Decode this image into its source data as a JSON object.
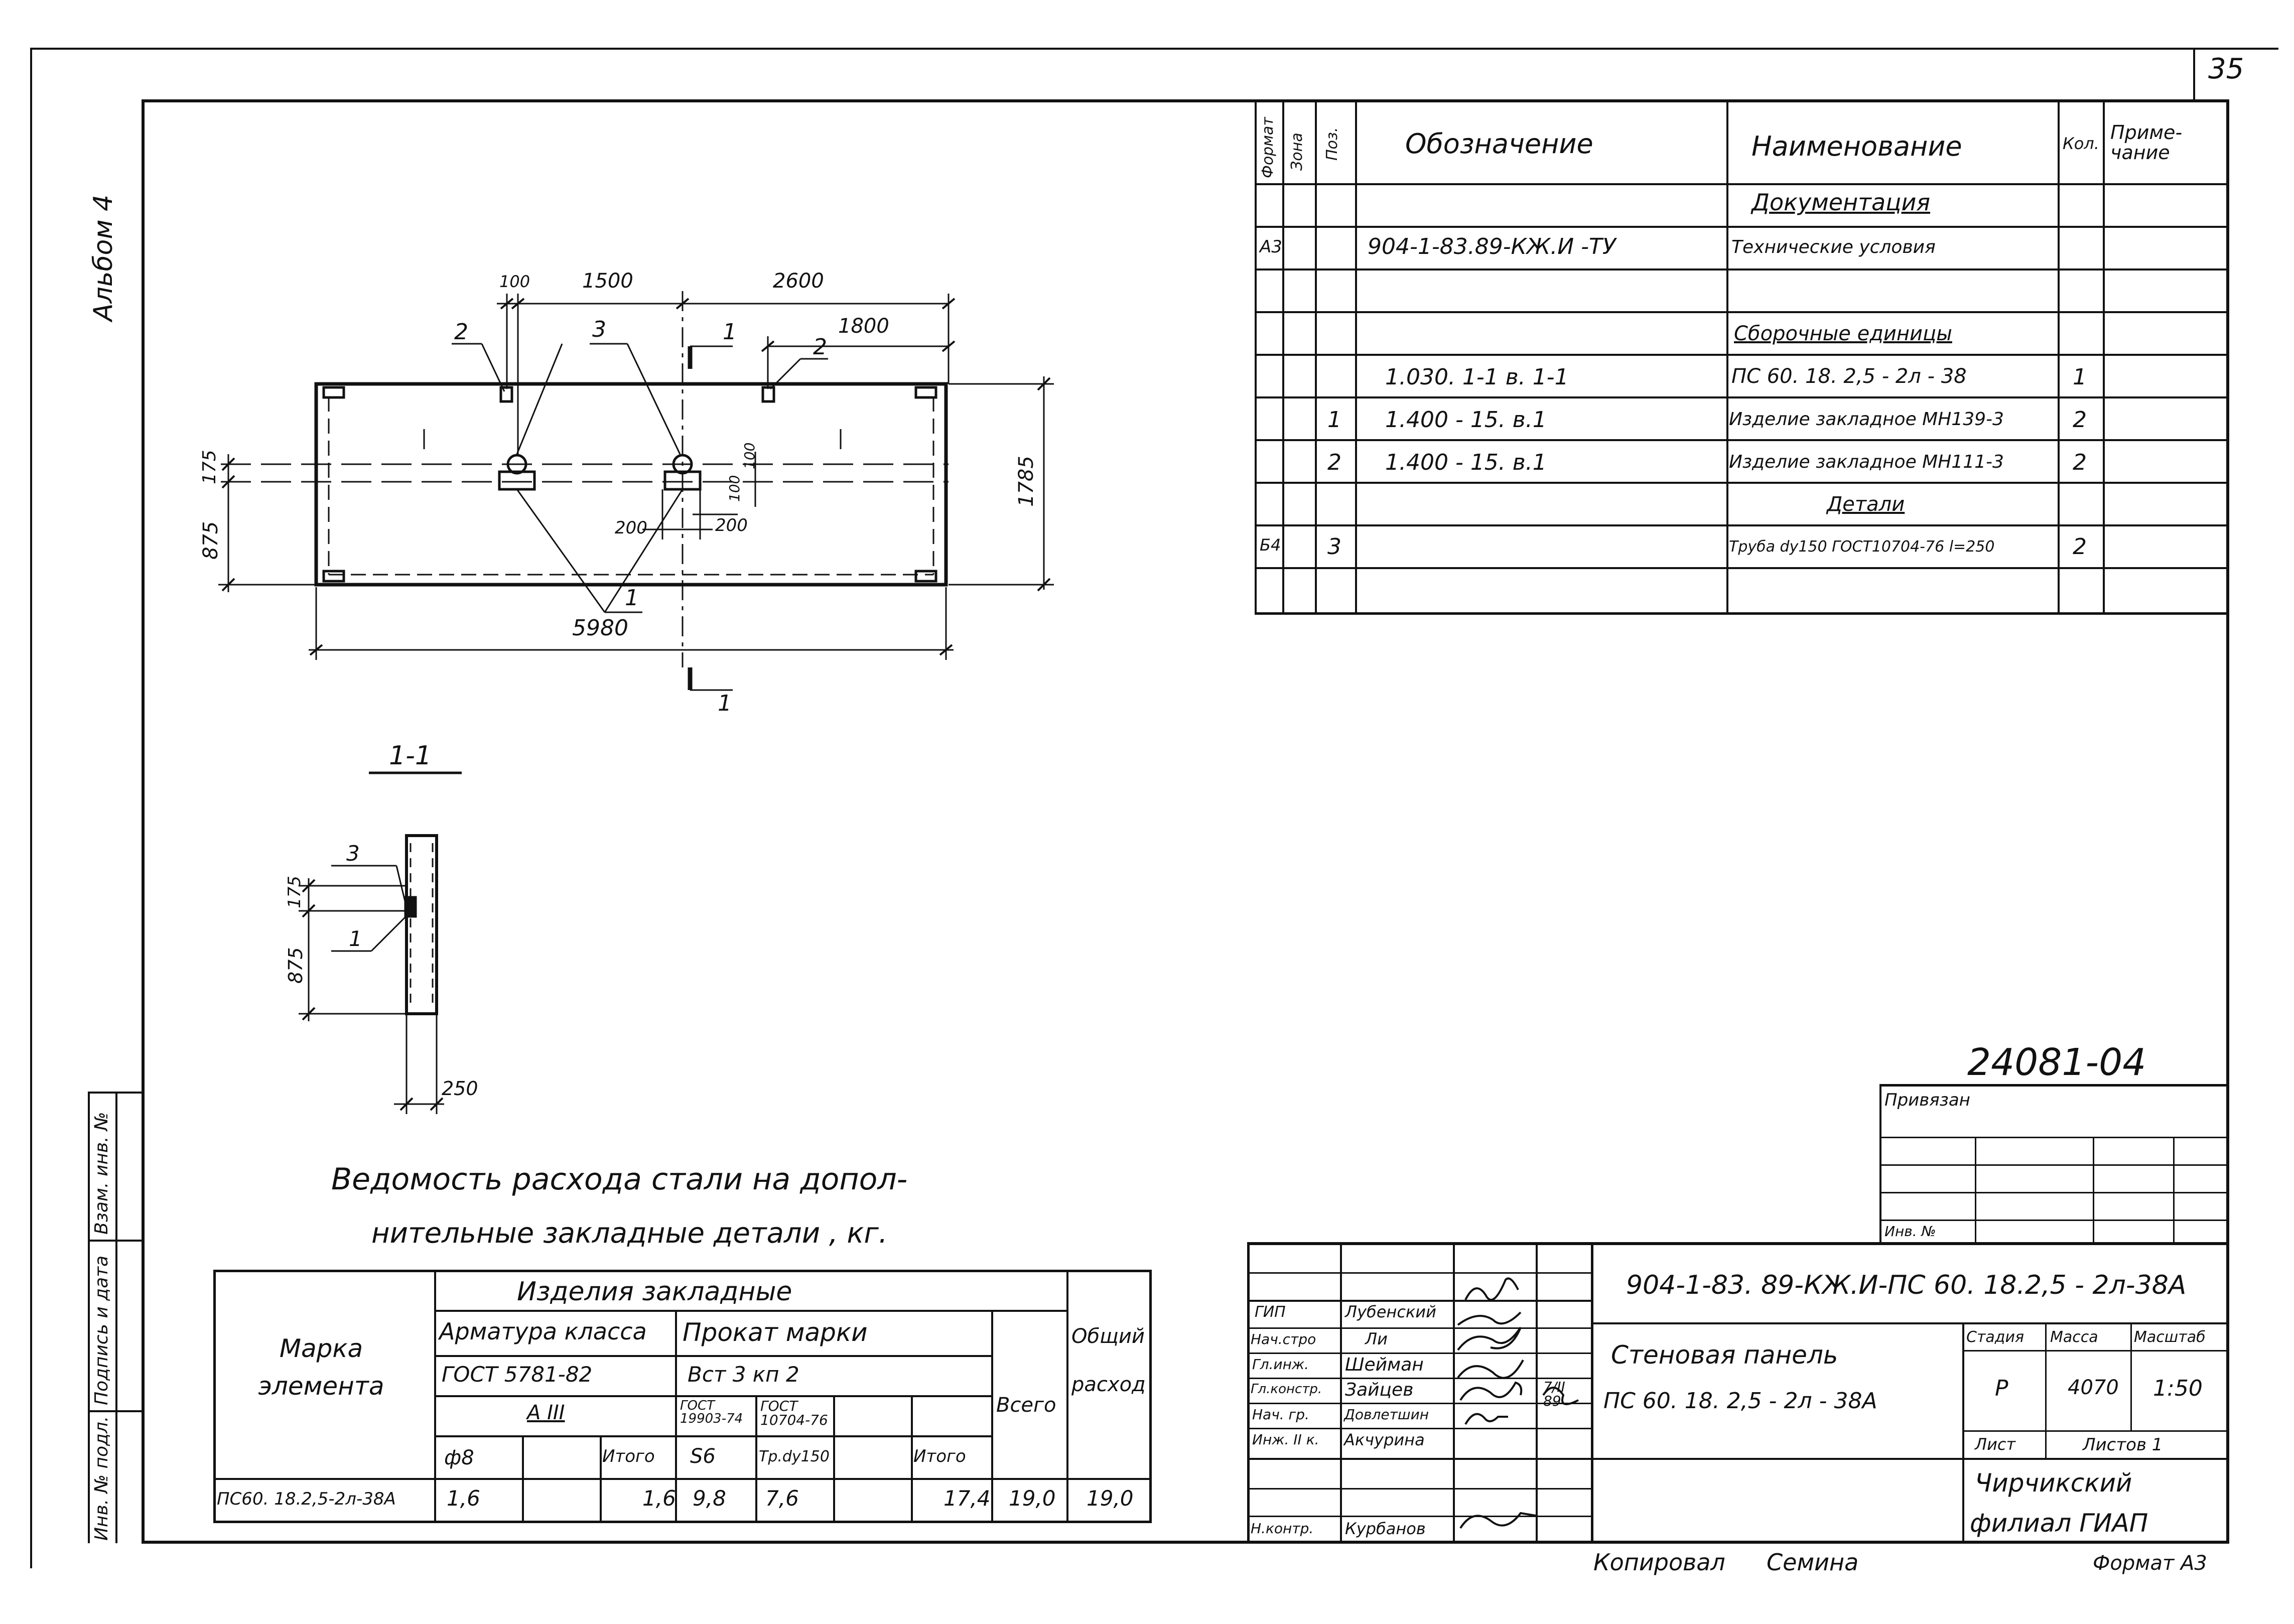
{
  "page_number": "35",
  "album_label": "Альбом 4",
  "drawing_number": "24081-04",
  "plan_view": {
    "dims_top": [
      "100",
      "1500",
      "2600",
      "1800"
    ],
    "dim_bottom": "5980",
    "dim_right": "1785",
    "dims_left": [
      "175",
      "875"
    ],
    "dims_inner": [
      "100",
      "100",
      "200",
      "200"
    ],
    "callouts": [
      "2",
      "3",
      "1",
      "2",
      "1"
    ],
    "section_marks": [
      "1",
      "1"
    ]
  },
  "section": {
    "title": "1-1",
    "dims": [
      "175",
      "875",
      "250"
    ],
    "callouts": [
      "3",
      "1"
    ]
  },
  "spec_table": {
    "headers": {
      "format": "Формат",
      "zone": "Зона",
      "pos": "Поз.",
      "designation": "Обозначение",
      "name": "Наименование",
      "qty": "Кол.",
      "note": "Приме-чание"
    },
    "rows": [
      {
        "format": "",
        "zone": "",
        "pos": "",
        "designation": "",
        "name": "Документация",
        "qty": "",
        "heading": true
      },
      {
        "format": "А3",
        "zone": "",
        "pos": "",
        "designation": "904-1-83.89-КЖ.И -ТУ",
        "name": "Технические условия",
        "qty": ""
      },
      {
        "format": "",
        "zone": "",
        "pos": "",
        "designation": "",
        "name": "",
        "qty": ""
      },
      {
        "format": "",
        "zone": "",
        "pos": "",
        "designation": "",
        "name": "Сборочные единицы",
        "qty": "",
        "heading": true
      },
      {
        "format": "",
        "zone": "",
        "pos": "",
        "designation": "1.030. 1-1   в. 1-1",
        "name": "ПС 60. 18. 2,5 - 2л - 38",
        "qty": "1"
      },
      {
        "format": "",
        "zone": "",
        "pos": "1",
        "designation": "1.400 - 15.  в.1",
        "name": "Изделие закладное МН139-3",
        "qty": "2"
      },
      {
        "format": "",
        "zone": "",
        "pos": "2",
        "designation": "1.400 - 15.  в.1",
        "name": "Изделие закладное МН111-3",
        "qty": "2"
      },
      {
        "format": "",
        "zone": "",
        "pos": "",
        "designation": "",
        "name": "Детали",
        "qty": "",
        "heading": true
      },
      {
        "format": "Б4",
        "zone": "",
        "pos": "3",
        "designation": "",
        "name": "Труба dу150 ГОСТ10704-76 l=250",
        "qty": "2"
      },
      {
        "format": "",
        "zone": "",
        "pos": "",
        "designation": "",
        "name": "",
        "qty": ""
      }
    ]
  },
  "steel_table": {
    "title_line1": "Ведомость  расхода  стали  на  допол-",
    "title_line2": "нительные  закладные  детали ,  кг.",
    "h_mark": "Марка элемента",
    "h_items": "Изделия  закладные",
    "h_rebar": "Арматура класса",
    "h_rebar_gost": "ГОСТ 5781-82",
    "h_rebar_class": "А III",
    "h_rolled": "Прокат  марки",
    "h_rolled_steel": "Вст 3  кп 2",
    "h_gost1": "ГОСТ 19903-74",
    "h_gost2": "ГОСТ 10704-76",
    "h_total": "Всего",
    "h_overall": "Общий расход",
    "sub": [
      "ф8",
      "",
      "Итого",
      "S6",
      "Тр.dу150",
      "",
      "Итого"
    ],
    "row": {
      "mark": "ПС60. 18.2,5-2л-38А",
      "values": [
        "1,6",
        "",
        "1,6",
        "9,8",
        "7,6",
        "",
        "17,4"
      ],
      "total": "19,0",
      "overall": "19,0"
    }
  },
  "left_strip": [
    "Инв. № подл.",
    "Подпись и дата",
    "Взам. инв. №"
  ],
  "binding": {
    "title": "Привязан",
    "inv_label": "Инв. №"
  },
  "title_block": {
    "code": "904-1-83. 89-КЖ.И-ПС 60. 18.2,5 - 2л-38А",
    "roles": [
      "ГИП",
      "Нач.стро",
      "Гл.инж.",
      "Гл.констр.",
      "Нач. гр.",
      "Инж. II к.",
      "",
      "",
      "Н.контр."
    ],
    "names": [
      "Лубенский",
      "Ли",
      "Шейман",
      "Зайцев",
      "Довлетшин",
      "Акчурина",
      "",
      "",
      "Курбанов"
    ],
    "date_mark": "7/II 89",
    "name1": "Стеновая  панель",
    "name2": "ПС 60. 18. 2,5 - 2л - 38А",
    "h_stage": "Стадия",
    "h_mass": "Масса",
    "h_scale": "Масштаб",
    "stage": "Р",
    "mass": "4070",
    "scale": "1:50",
    "sheet": "Лист",
    "sheets": "Листов 1",
    "org1": "Чирчикский",
    "org2": "филиал  ГИАП"
  },
  "footer": {
    "copied": "Копировал",
    "copier": "Семина",
    "format": "Формат А3"
  }
}
